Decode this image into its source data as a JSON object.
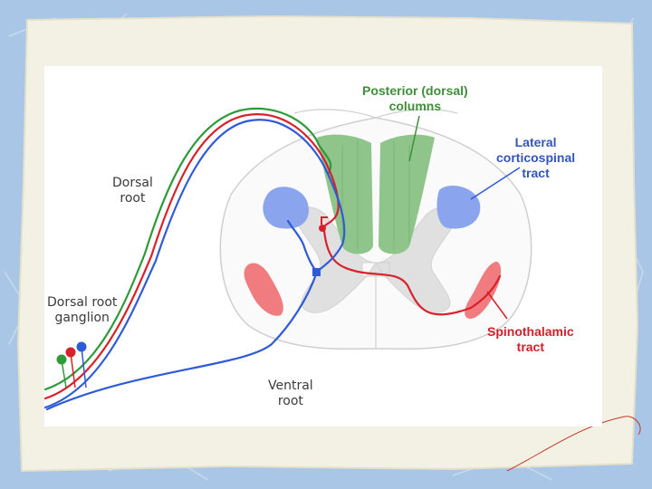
{
  "labels": {
    "dorsal_root": [
      "Dorsal",
      "root"
    ],
    "dorsal_root_ganglion": [
      "Dorsal root",
      "ganglion"
    ],
    "ventral_root": [
      "Ventral",
      "root"
    ],
    "posterior_columns": [
      "Posterior (dorsal)",
      "columns"
    ],
    "lateral_corticospinal": [
      "Lateral",
      "corticospinal",
      "tract"
    ],
    "spinothalamic": [
      "Spinothalamic",
      "tract"
    ]
  },
  "colors": {
    "background": "#9ebfe3",
    "paper": "#f3f1e4",
    "posterior_columns": "#8fc48a",
    "lateral_corticospinal": "#8aa5ee",
    "spinothalamic": "#f07c80",
    "gray_matter": "#e0e0e0",
    "blue_fiber": "#2f5bd6",
    "red_fiber": "#d8212b",
    "green_fiber": "#2f9a3a"
  }
}
